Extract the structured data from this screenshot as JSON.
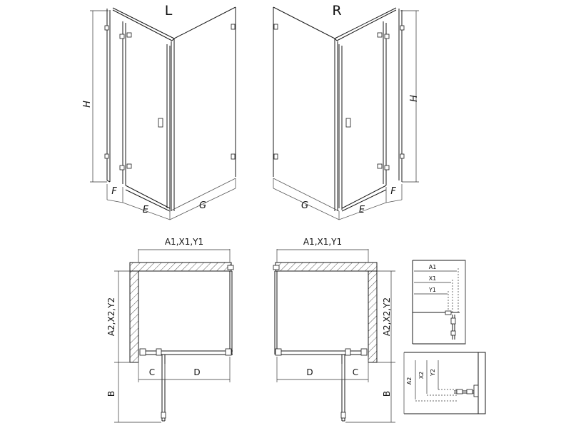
{
  "views": {
    "left_label": "L",
    "right_label": "R"
  },
  "dimensions": {
    "height": "H",
    "e": "E",
    "f": "F",
    "g": "G",
    "width_set": "A1,X1,Y1",
    "depth_set": "A2,X2,Y2",
    "b": "B",
    "c": "C",
    "d": "D"
  },
  "detail_top": {
    "a1": "A1",
    "x1": "X1",
    "y1": "Y1"
  },
  "detail_bottom": {
    "a2": "A2",
    "x2": "X2",
    "y2": "Y2"
  },
  "colors": {
    "line": "#1a1a1a",
    "hatch": "#555555"
  }
}
